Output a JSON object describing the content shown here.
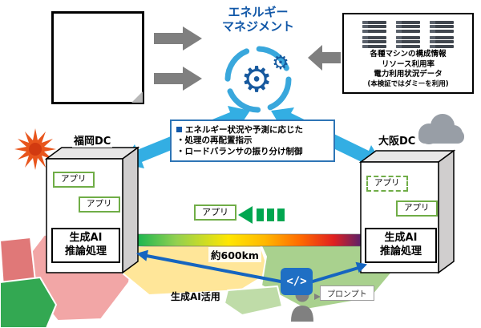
{
  "colors": {
    "accent_blue": "#1258a8",
    "light_blue_arrow": "#33aee3",
    "app_border_green": "#70ad47",
    "migration_green": "#00a650",
    "sun_orange": "#e8551c",
    "heat_gradient": [
      "#00b050",
      "#ffe600",
      "#ff6a00",
      "#e02020",
      "#3d1f7a"
    ]
  },
  "top": {
    "title_line1": "エネルギー",
    "title_line2": "マネジメント"
  },
  "telemetry_box": {
    "line1": "各種マシンの構成情報",
    "line2": "リソース利用率",
    "line3": "電力利用状況データ",
    "line4": "(本検証ではダミーを利用)"
  },
  "control_box": {
    "title": "エネルギー状況や予測に応じた",
    "item1": "・処理の再配置指示",
    "item2": "・ロードバランサの振り分け制御"
  },
  "fukuoka_dc": {
    "label": "福岡DC",
    "app1": "アプリ",
    "app2": "アプリ",
    "engine_line1": "生成AI",
    "engine_line2": "推論処理"
  },
  "osaka_dc": {
    "label": "大阪DC",
    "app1": "アプリ",
    "app2": "アプリ",
    "engine_line1": "生成AI",
    "engine_line2": "推論処理"
  },
  "migration": {
    "app_label": "アプリ"
  },
  "distance_label": "約600km",
  "bottom": {
    "usage_label": "生成AI活用",
    "prompt_label": "プロンプト",
    "code_glyph": "</>"
  }
}
